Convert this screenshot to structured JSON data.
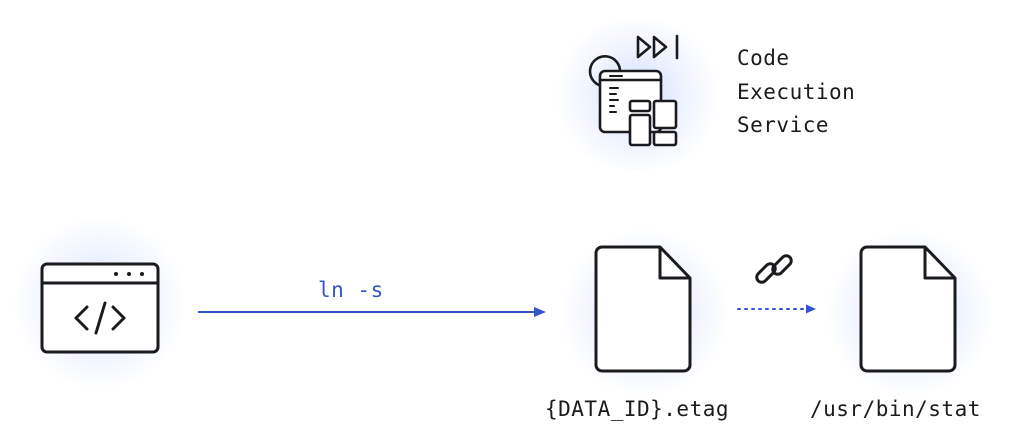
{
  "service": {
    "icon": "code-execution-service-icon",
    "label_lines": [
      "Code",
      "Execution",
      "Service"
    ]
  },
  "client": {
    "icon": "code-browser-window-icon"
  },
  "command": {
    "label": "ln -s",
    "color": "#3355cc"
  },
  "link": {
    "icon": "chain-link-icon",
    "color": "#3355cc"
  },
  "files": [
    {
      "icon": "file-icon",
      "label": "{DATA_ID}.etag"
    },
    {
      "icon": "file-icon",
      "label": "/usr/bin/stat"
    }
  ]
}
